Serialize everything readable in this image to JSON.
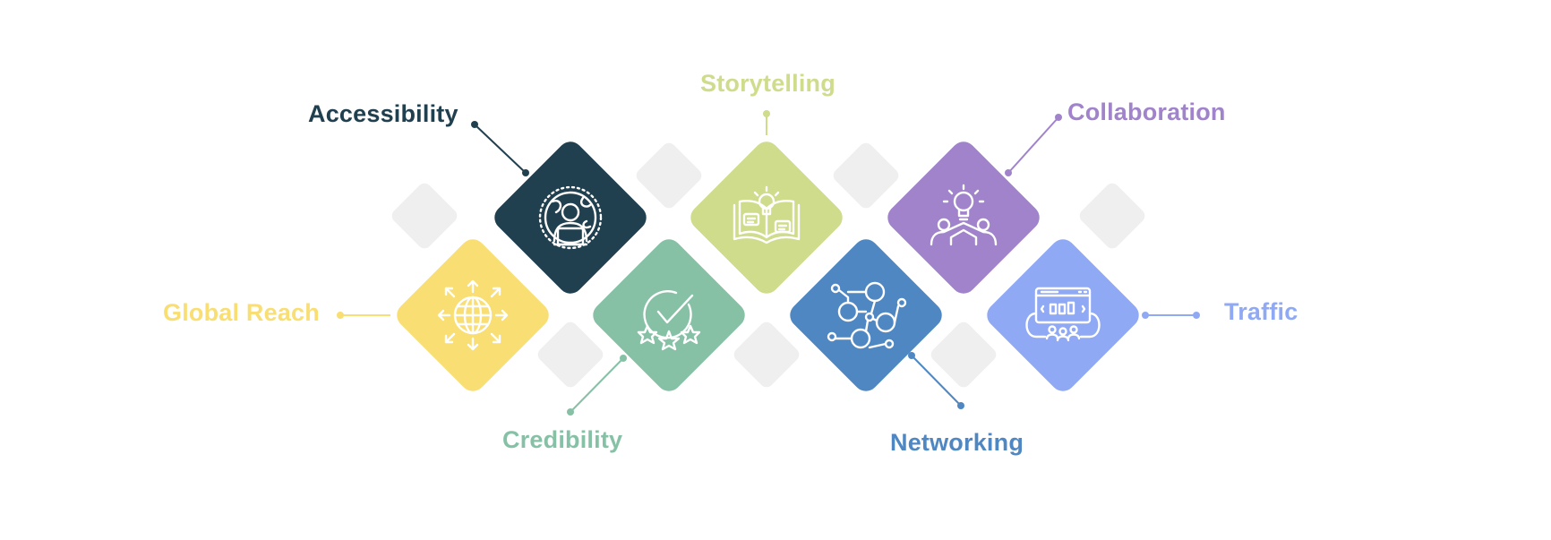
{
  "nodes": [
    {
      "id": "global-reach",
      "label": "Global Reach",
      "color": "#F9DE73",
      "icon": "globe-arrows-icon"
    },
    {
      "id": "accessibility",
      "label": "Accessibility",
      "color": "#21404F",
      "icon": "person-laptop-globe-icon"
    },
    {
      "id": "credibility",
      "label": "Credibility",
      "color": "#86C1A6",
      "icon": "checkmark-stars-icon"
    },
    {
      "id": "storytelling",
      "label": "Storytelling",
      "color": "#CEDC8B",
      "icon": "open-book-lightbulb-icon"
    },
    {
      "id": "networking",
      "label": "Networking",
      "color": "#4F87C3",
      "icon": "network-people-icon"
    },
    {
      "id": "collaboration",
      "label": "Collaboration",
      "color": "#A083CB",
      "icon": "people-lightbulb-icon"
    },
    {
      "id": "traffic",
      "label": "Traffic",
      "color": "#90A9F5",
      "icon": "dashboard-audience-icon"
    }
  ],
  "colors": {
    "placeholder": "#EFEFEF",
    "icon_stroke": "#FFFFFF"
  }
}
